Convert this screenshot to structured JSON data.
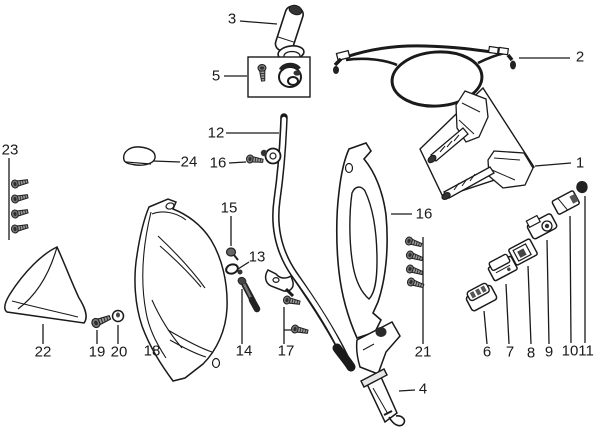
{
  "figure": {
    "kind": "exploded-parts-diagram",
    "subject": "handlebar / front cover assembly",
    "background_color": "#ffffff",
    "line_color": "#1a1a1a"
  },
  "callouts": {
    "c1": {
      "label": "1",
      "part": "rear-view-mirror-set"
    },
    "c2": {
      "label": "2",
      "part": "throttle-cable"
    },
    "c3": {
      "label": "3",
      "part": "throttle-grip-pipe"
    },
    "c4": {
      "label": "4",
      "part": "grease-tube"
    },
    "c5": {
      "label": "5",
      "part": "cable-guide-with-screw"
    },
    "c6": {
      "label": "6",
      "part": "handlebar-switch"
    },
    "c7": {
      "label": "7",
      "part": "handlebar-switch"
    },
    "c8": {
      "label": "8",
      "part": "handlebar-switch"
    },
    "c9": {
      "label": "9",
      "part": "handlebar-switch"
    },
    "c10": {
      "label": "10",
      "part": "handlebar-switch"
    },
    "c11": {
      "label": "11",
      "part": "cap"
    },
    "c12": {
      "label": "12",
      "part": "steering-pipe"
    },
    "c13": {
      "label": "13",
      "part": "hook-ring"
    },
    "c14": {
      "label": "14",
      "part": "bolt"
    },
    "c15": {
      "label": "15",
      "part": "nut"
    },
    "c16": {
      "label": "16",
      "part": "screw-and-bracket"
    },
    "c17": {
      "label": "17",
      "part": "screws"
    },
    "c18": {
      "label": "18",
      "part": "front-cover-panel"
    },
    "c19": {
      "label": "19",
      "part": "bolt"
    },
    "c20": {
      "label": "20",
      "part": "flange-nut"
    },
    "c21": {
      "label": "21",
      "part": "screws"
    },
    "c22": {
      "label": "22",
      "part": "front-cowl"
    },
    "c23": {
      "label": "23",
      "part": "screws"
    },
    "c24": {
      "label": "24",
      "part": "lens"
    }
  }
}
